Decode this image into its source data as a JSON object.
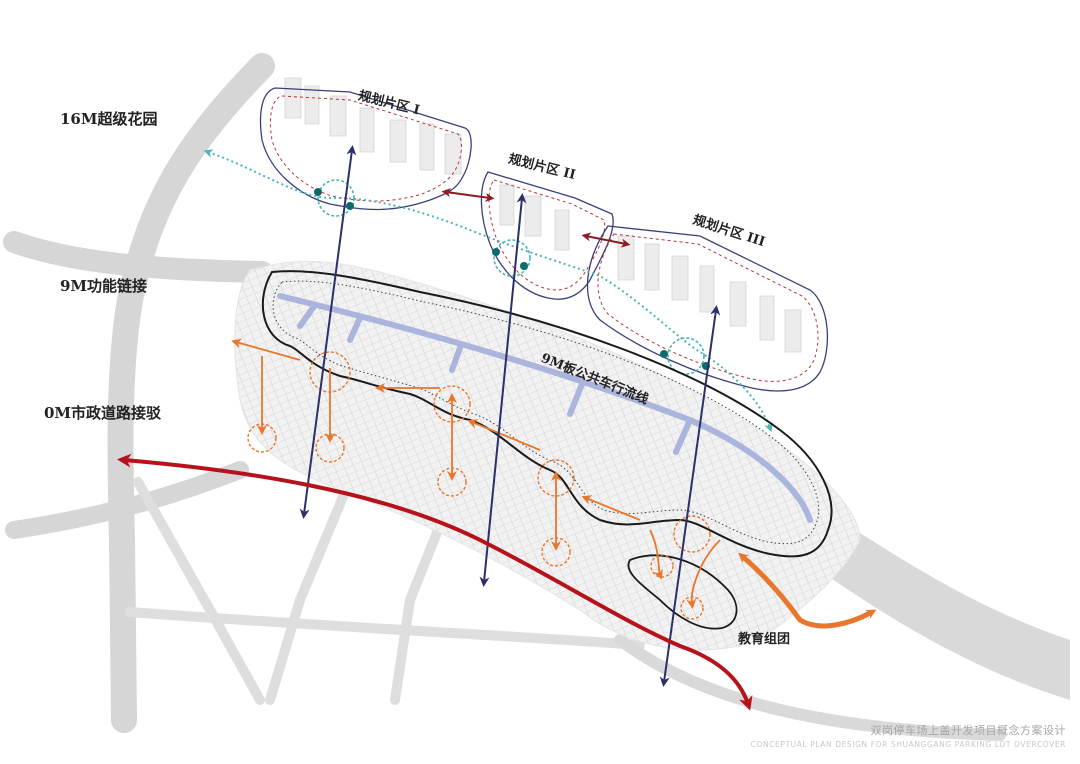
{
  "labels": {
    "level_16m": "16M超级花园",
    "level_9m": "9M功能链接",
    "level_0m": "0M市政道路接驳",
    "zone_1": "规划片区 I",
    "zone_2": "规划片区 II",
    "zone_3": "规划片区 III",
    "bus_line": "9M板公共车行流线",
    "education": "教育组团"
  },
  "footer": {
    "title": "双岗停车场上盖开发项目概念方案设计",
    "subtitle": "CONCEPTUAL PLAN DESIGN FOR SHUANGGANG PARKING LOT OVERCOVER"
  },
  "colors": {
    "road": "#d6d6d6",
    "river": "#cfcfcf",
    "zone_outline": "#3a3f7a",
    "zone_dash": "#c0303a",
    "teal": "#4bb6b3",
    "teal_node": "#0f6b6b",
    "navy_arrow": "#2c2f6b",
    "orange": "#e8762c",
    "red": "#b5121b",
    "bus_band": "#aab4dc"
  }
}
